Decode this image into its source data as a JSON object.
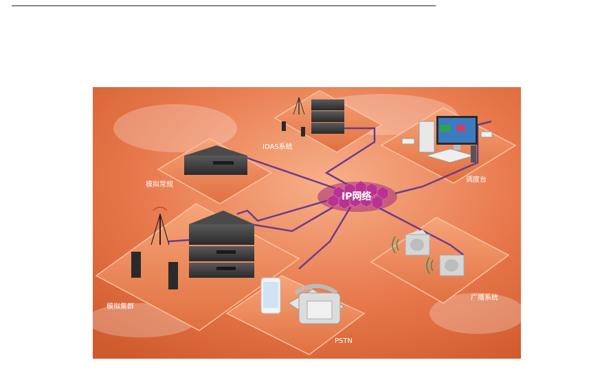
{
  "labels": {
    "idas": "IDAS系统",
    "analog_conventional": "模拟常规",
    "ip_network": "IP网络",
    "dispatch": "调度台",
    "analog_trunking": "模拟集群",
    "pstn": "PSTN",
    "broadcast": "广播系统"
  },
  "colors": {
    "background": "#e8754a",
    "platform": "#f28a5a",
    "link": "#6b3a8a",
    "hex_cloud": "#b02b8b"
  }
}
